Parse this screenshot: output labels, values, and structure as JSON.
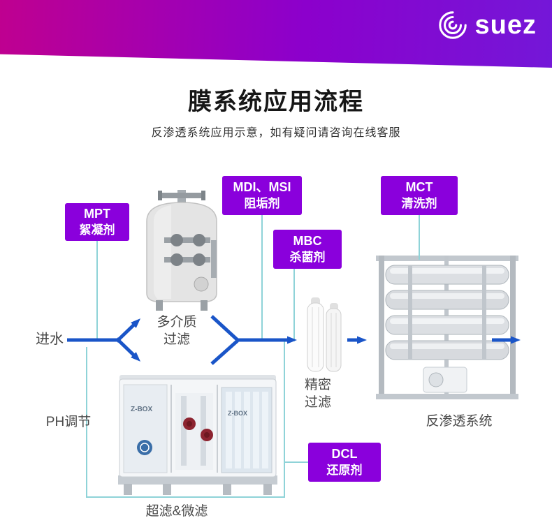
{
  "header": {
    "logo_text": "suez"
  },
  "title": "膜系统应用流程",
  "subtitle": "反渗透系统应用示意，如有疑问请咨询在线客服",
  "chem_boxes": [
    {
      "id": "mpt",
      "line1": "MPT",
      "line2": "絮凝剂"
    },
    {
      "id": "mdi_msi",
      "line1": "MDI、MSI",
      "line2": "阻垢剂"
    },
    {
      "id": "mct",
      "line1": "MCT",
      "line2": "清洗剂"
    },
    {
      "id": "mbc",
      "line1": "MBC",
      "line2": "杀菌剂"
    },
    {
      "id": "dcl",
      "line1": "DCL",
      "line2": "还原剂"
    }
  ],
  "flow_labels": {
    "inlet": "进水",
    "multimedia_line1": "多介质",
    "multimedia_line2": "过滤",
    "ph_adjust": "PH调节",
    "precision_line1": "精密",
    "precision_line2": "过滤",
    "ro_system": "反渗透系统",
    "uf_mf": "超滤&微滤"
  },
  "machine_labels": {
    "zbox": "Z-BOX"
  },
  "colors": {
    "header_gradient_start": "#bf0090",
    "header_gradient_mid": "#8c00cc",
    "header_gradient_end": "#7417d8",
    "chem_box_purple": "#8a00dc",
    "flow_arrow_blue": "#1a55c8",
    "connector_teal": "#8fd3d8",
    "label_text_gray": "#4a4a4a"
  }
}
